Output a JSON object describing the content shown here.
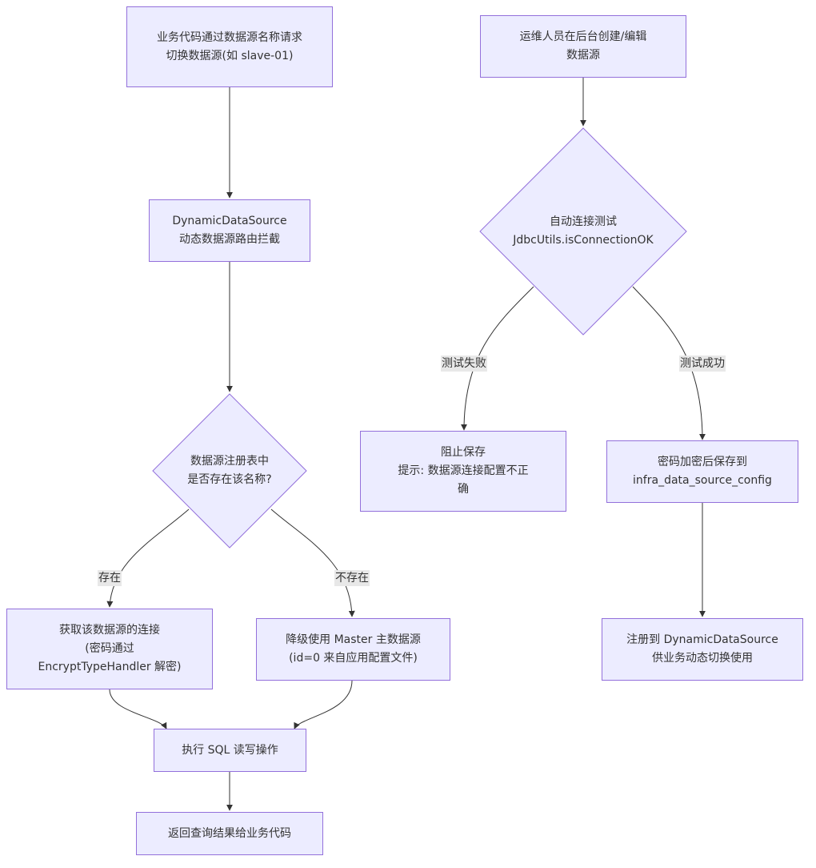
{
  "nodes": {
    "request_switch": "业务代码通过数据源名称请求切换数据源(如 slave-01)",
    "dynamic_route": [
      "DynamicDataSource",
      "动态数据源路由拦截"
    ],
    "registry_check": [
      "数据源注册表中",
      "是否存在该名称?"
    ],
    "get_connection": [
      "获取该数据源的连接",
      "(密码通过",
      "EncryptTypeHandler 解密)"
    ],
    "fallback_master": [
      "降级使用 Master 主数据源",
      "(id=0 来自应用配置文件)"
    ],
    "execute_sql": "执行 SQL 读写操作",
    "return_result": "返回查询结果给业务代码",
    "ops_create": [
      "运维人员在后台创建/编辑",
      "数据源"
    ],
    "connection_test": [
      "自动连接测试",
      "JdbcUtils.isConnectionOK"
    ],
    "block_save": [
      "阻止保存",
      "提示: 数据源连接配置不正",
      "确"
    ],
    "encrypt_save": [
      "密码加密后保存到",
      "infra_data_source_config"
    ],
    "register": [
      "注册到 DynamicDataSource",
      "供业务动态切换使用"
    ]
  },
  "edge_labels": {
    "exists": "存在",
    "not_exists": "不存在",
    "test_fail": "测试失败",
    "test_success": "测试成功"
  },
  "colors": {
    "node_fill": "#ECECFF",
    "node_border": "#9370DB",
    "edge": "#333333",
    "edge_label_bg": "#e8e8e8"
  }
}
